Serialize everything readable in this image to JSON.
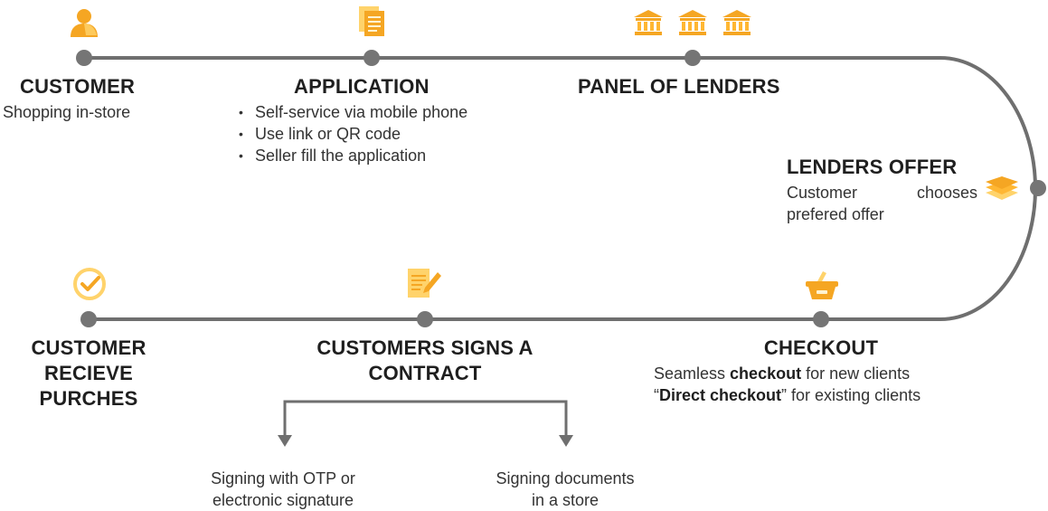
{
  "colors": {
    "line": "#6f6f6f",
    "node": "#757575",
    "icon_primary": "#f5a623",
    "icon_light": "#ffd36b"
  },
  "steps": {
    "customer": {
      "title": "CUSTOMER",
      "desc": "Shopping in-store",
      "icon": "person-icon"
    },
    "application": {
      "title": "APPLICATION",
      "bullets": [
        "Self-service via mobile phone",
        "Use link or QR code",
        "Seller fill the application"
      ],
      "icon": "document-icon"
    },
    "lenders": {
      "title": "PANEL OF LENDERS",
      "icon": "bank-icon"
    },
    "offer": {
      "title": "LENDERS OFFER",
      "desc_line1_a": "Customer",
      "desc_line1_b": "chooses",
      "desc_line2": "prefered offer",
      "icon": "layers-icon"
    },
    "checkout": {
      "title": "CHECKOUT",
      "line1_pre": "Seamless ",
      "line1_bold": "checkout",
      "line1_post": " for new clients",
      "line2_pre": "“",
      "line2_bold": "Direct checkout",
      "line2_post": "” for existing clients",
      "icon": "basket-icon"
    },
    "contract": {
      "title_line1": "CUSTOMERS SIGNS A",
      "title_line2": "CONTRACT",
      "option_left_line1": "Signing with OTP or",
      "option_left_line2": "electronic signature",
      "option_right_line1": "Signing documents",
      "option_right_line2": "in a store",
      "icon": "edit-document-icon"
    },
    "receive": {
      "title_line1": "CUSTOMER",
      "title_line2": "RECIEVE",
      "title_line3": "PURCHES",
      "icon": "check-circle-icon"
    }
  }
}
